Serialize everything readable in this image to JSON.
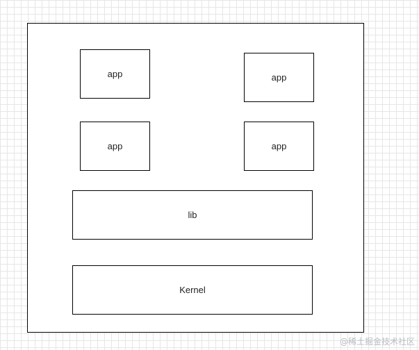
{
  "diagram": {
    "apps": [
      {
        "label": "app"
      },
      {
        "label": "app"
      },
      {
        "label": "app"
      },
      {
        "label": "app"
      }
    ],
    "lib": {
      "label": "lib"
    },
    "kernel": {
      "label": "Kernel"
    }
  },
  "watermark": "@稀土掘金技术社区"
}
